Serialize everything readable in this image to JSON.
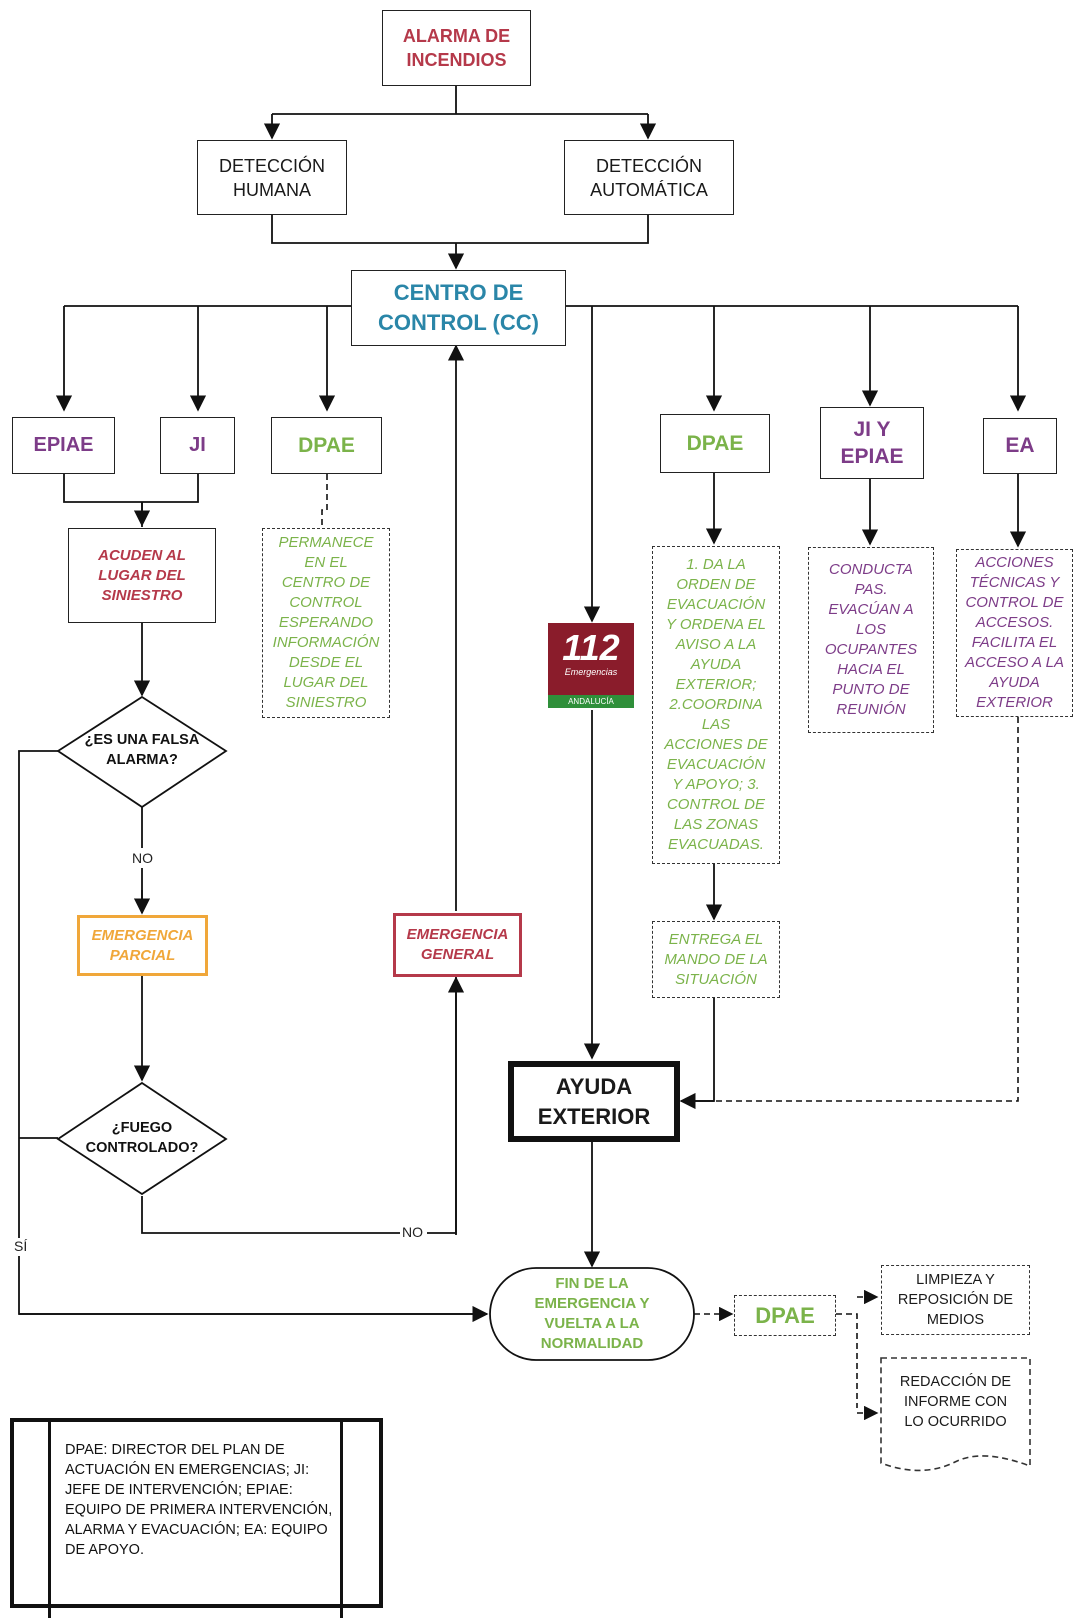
{
  "nodes": {
    "alarma": "ALARMA DE\nINCENDIOS",
    "deteccion_humana": "DETECCIÓN\nHUMANA",
    "deteccion_automatica": "DETECCIÓN\nAUTOMÁTICA",
    "centro_control": "CENTRO DE\nCONTROL (CC)",
    "epiae": "EPIAE",
    "ji": "JI",
    "dpae_left": "DPAE",
    "dpae_right": "DPAE",
    "ji_epiae": "JI Y\nEPIAE",
    "ea": "EA",
    "acuden": "ACUDEN AL\nLUGAR DEL\nSINIESTRO",
    "permanece": "PERMANECE\nEN EL\nCENTRO DE\nCONTROL\nESPERANDO\nINFORMACIÓN\nDESDE EL\nLUGAR DEL\nSINIESTRO",
    "dpae_actions": "1. DA LA\nORDEN DE\nEVACUACIÓN\nY  ORDENA EL\nAVISO A LA\nAYUDA\nEXTERIOR;\n2.COORDINA\nLAS\nACCIONES DE\nEVACUACIÓN\nY APOYO; 3.\nCONTROL DE\nLAS ZONAS\nEVACUADAS.",
    "conducta": "CONDUCTA\nPAS.\nEVACÚAN A\nLOS\nOCUPANTES\nHACIA EL\nPUNTO DE\nREUNIÓN",
    "acciones_tecnicas": "ACCIONES\nTÉCNICAS Y\nCONTROL DE\nACCESOS.\nFACILITA EL\nACCESO A LA\nAYUDA\nEXTERIOR",
    "falsa_alarma": "¿ES UNA FALSA\nALARMA?",
    "emergencia_parcial": "EMERGENCIA\nPARCIAL",
    "emergencia_general": "EMERGENCIA\nGENERAL",
    "fuego_controlado": "¿FUEGO\nCONTROLADO?",
    "entrega_mando": "ENTREGA EL\nMANDO DE LA\nSITUACIÓN",
    "ayuda_exterior": "AYUDA\nEXTERIOR",
    "fin_emergencia": "FIN DE LA\nEMERGENCIA Y\nVUELTA A LA\nNORMALIDAD",
    "dpae_final": "DPAE",
    "limpieza": "LIMPIEZA Y\nREPOSICIÓN DE\nMEDIOS",
    "redaccion": "REDACCIÓN DE\nINFORME CON\nLO OCURRIDO"
  },
  "badge": {
    "number": "112",
    "subtitle": "Emergencias",
    "region": "ANDALUCÍA"
  },
  "labels": {
    "no_1": "NO",
    "no_2": "NO",
    "si": "SÍ"
  },
  "legend": "DPAE: DIRECTOR DEL PLAN DE ACTUACIÓN EN EMERGENCIAS; JI: JEFE DE INTERVENCIÓN; EPIAE: EQUIPO DE PRIMERA INTERVENCIÓN, ALARMA Y EVACUACIÓN; EA: EQUIPO DE APOYO.",
  "colors": {
    "red": "#b5394a",
    "blue": "#2a86a8",
    "purple": "#7d3c88",
    "green": "#7bb34a",
    "orange": "#f0a73a",
    "badge_red": "#8a1c2b",
    "badge_green": "#2f8f3a"
  }
}
